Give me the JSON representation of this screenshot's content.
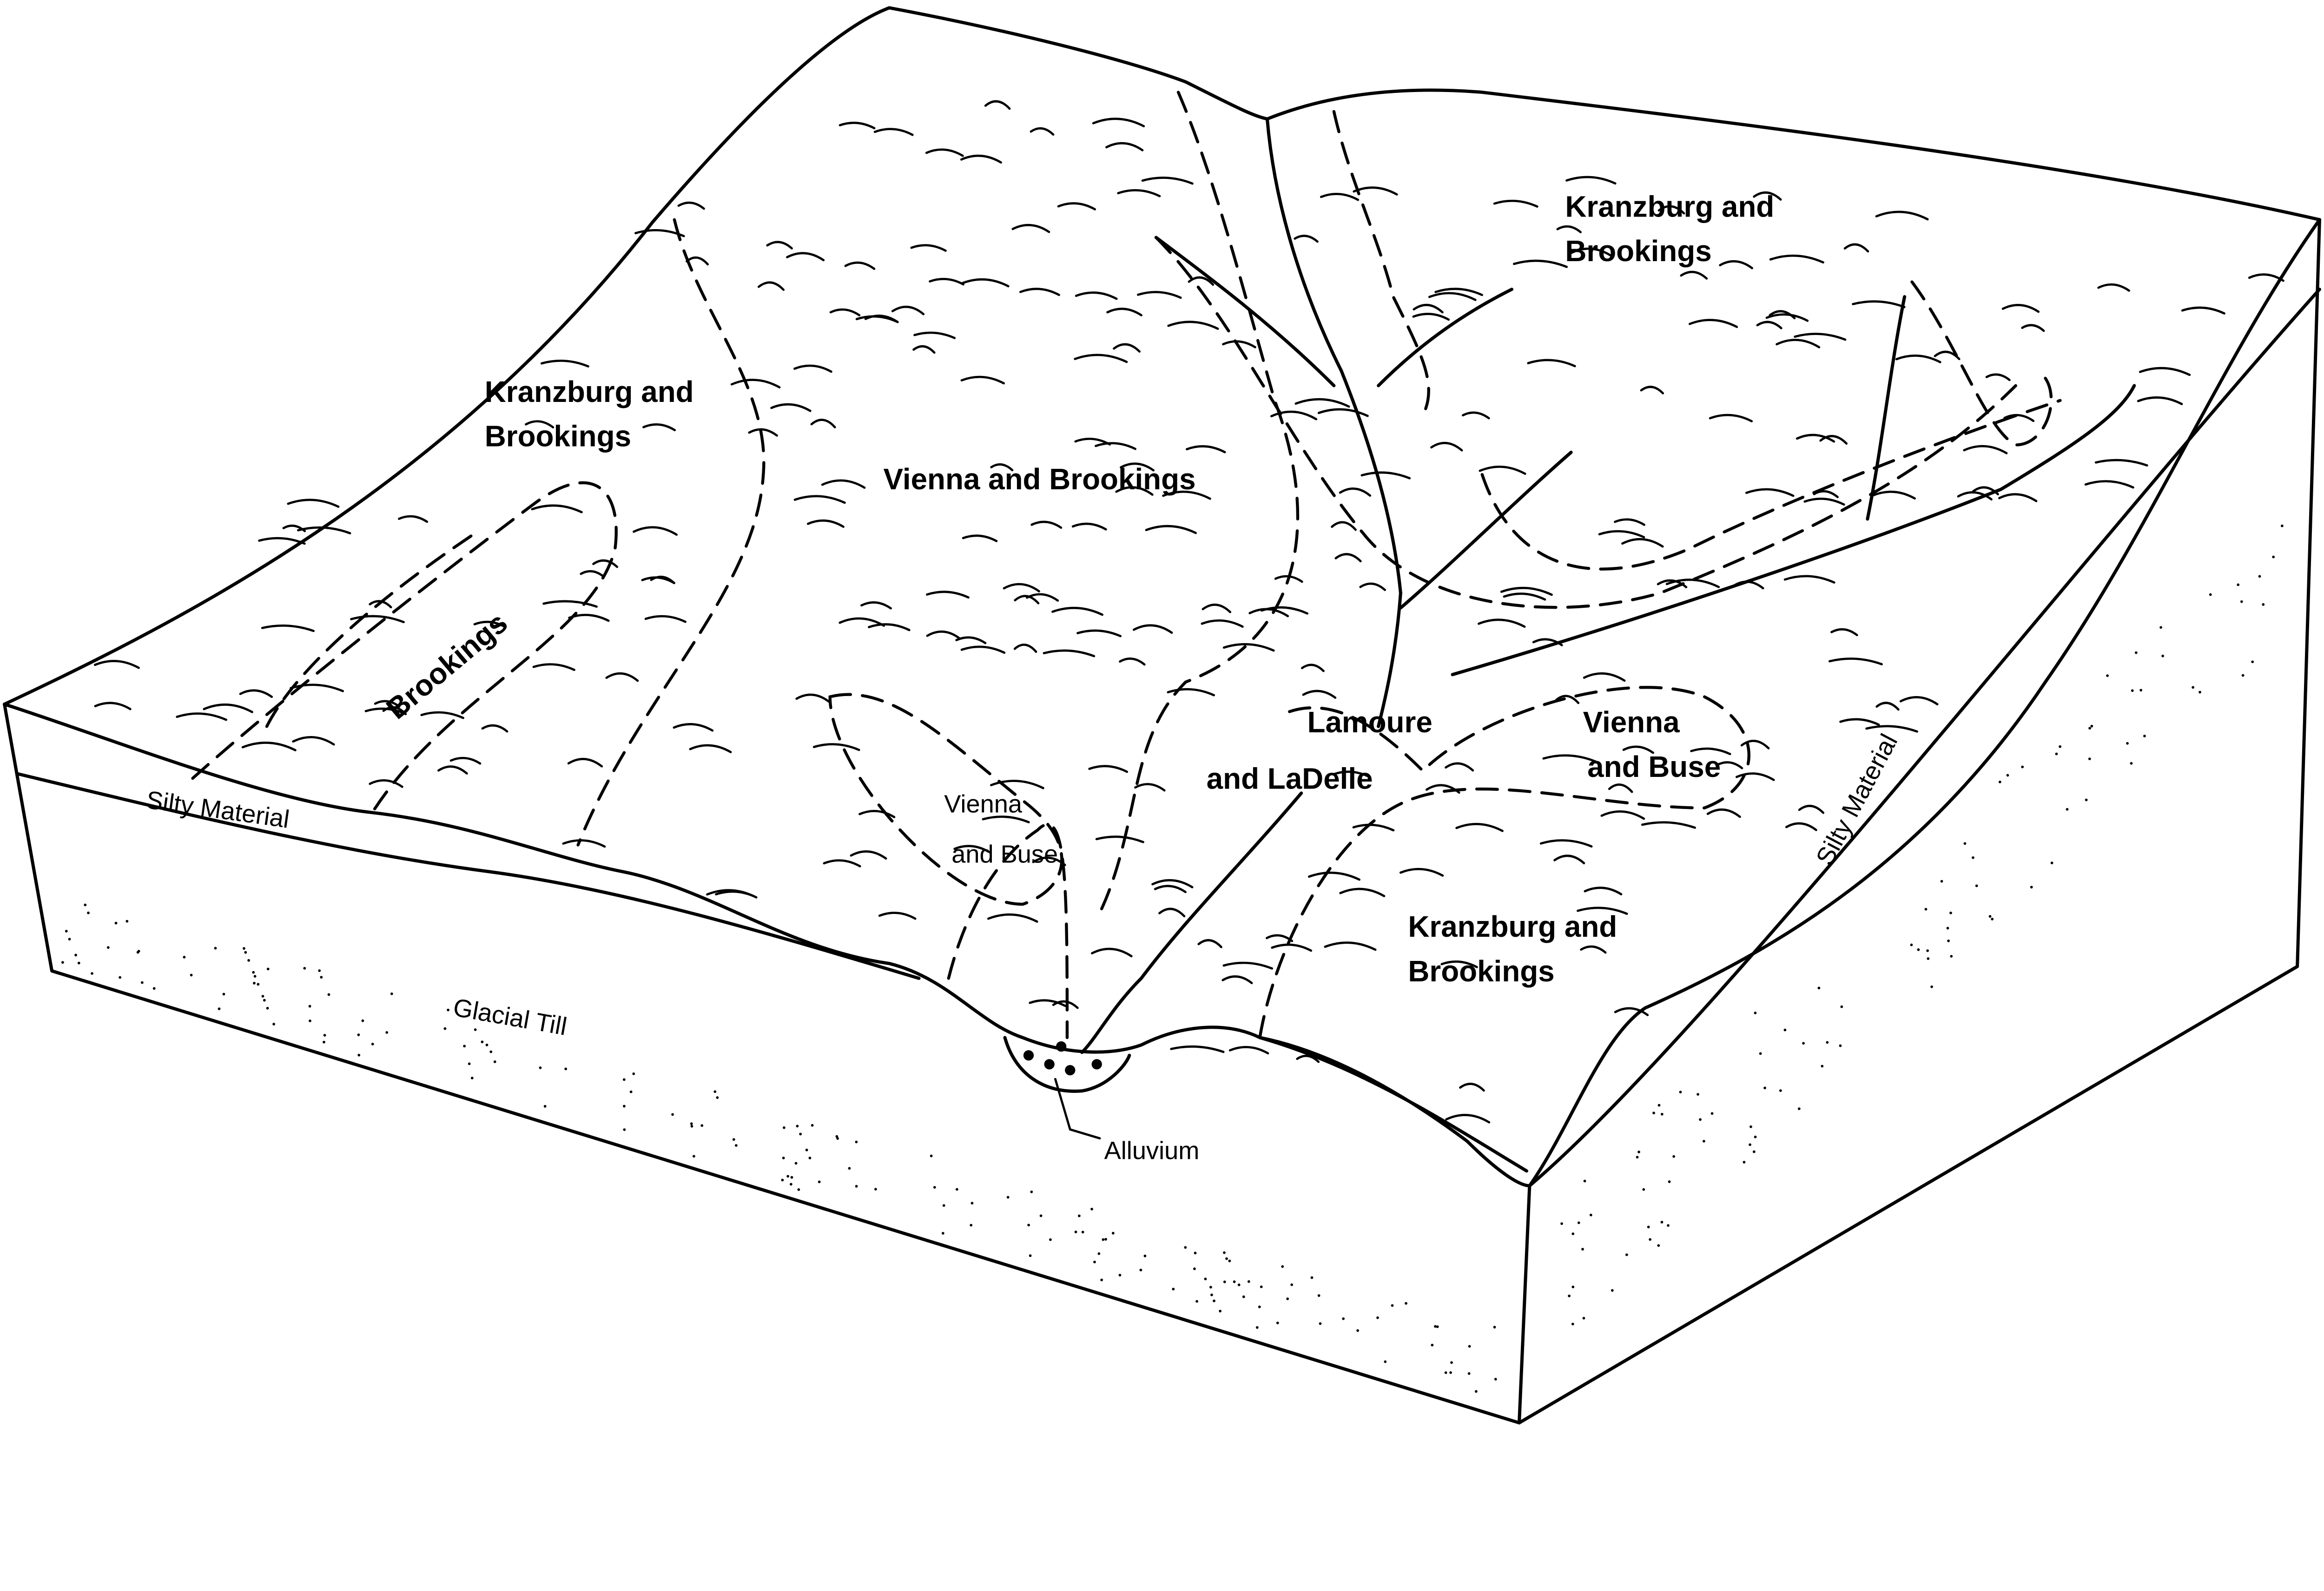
{
  "diagram": {
    "type": "soil landscape block diagram",
    "labels": {
      "kranzburg_top_right": [
        "Kranzburg and",
        "Brookings"
      ],
      "kranzburg_left": [
        "Kranzburg and",
        "Brookings"
      ],
      "kranzburg_bottom_right": [
        "Kranzburg and",
        "Brookings"
      ],
      "vienna_brookings": "Vienna and Brookings",
      "brookings": "Brookings",
      "vienna_buse_center": [
        "Vienna",
        "and Buse"
      ],
      "vienna_buse_right": [
        "Vienna",
        "and Buse"
      ],
      "lamoure": [
        "Lamoure",
        "and LaDelle"
      ],
      "silty_material_left": "Silty Material",
      "silty_material_right": "Silty Material",
      "glacial_till": "Glacial Till",
      "alluvium": "Alluvium"
    },
    "colors": {
      "line": "#000000",
      "background": "#ffffff"
    }
  }
}
